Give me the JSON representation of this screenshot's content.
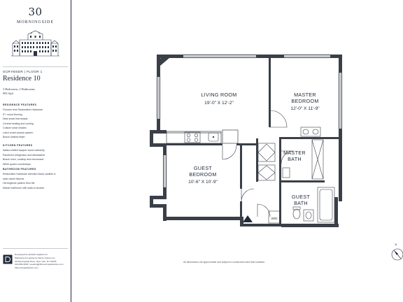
{
  "brand": {
    "number": "30",
    "name": "MORNINGSIDE"
  },
  "unit": {
    "subtitle": "SCRYMSER  |  FLOOR 1",
    "title": "Residence 10",
    "bedrooms_baths": "2 Bedrooms, 2 Bathrooms",
    "size": "983 Sqft"
  },
  "features": {
    "residence": {
      "title": "RESIDENCE FEATURES",
      "items": [
        "Fixtures from Restoration Hardware",
        "5”+ wood flooring",
        "Nest smart thermostat",
        "Central heating and cooling",
        "Custom solar shades",
        "Latch smart access system",
        "Bosch washer/dryer"
      ]
    },
    "kitchen": {
      "title": "KITCHEN FEATURES",
      "items": [
        "Italian-crafted lacquer wood cabinetry",
        "Panelized refrigerator and dishwasher",
        "Bosch oven, cooktop and microwave",
        "White quartz countertops"
      ]
    },
    "bathroom": {
      "title": "BATHROOM FEATURES",
      "items": [
        "Restoration Hardware direction black vanities &",
        "satin nickel fixtures",
        "Herringbone pattern floor tile",
        "Master bathroom with walk-in shower"
      ]
    }
  },
  "developer": {
    "lines": [
      "Developed by Debrah Capital LLC",
      "Marketing & Leasing by Nancy Forbes Inc.",
      "30 Morningside Drive, New York, NY 10025",
      "212-866-9030  |  Leasing@30morningsidedrive.com",
      "30morningsidedrive.com"
    ]
  },
  "rooms": {
    "living": {
      "name": "LIVING ROOM",
      "dims": "19'-0\" X 12'-2\""
    },
    "master_bed": {
      "name": "MASTER",
      "name2": "BEDROOM",
      "dims": "12'-0\" X 11'-9\""
    },
    "master_bath": {
      "name": "MASTER",
      "name2": "BATH"
    },
    "guest_bed": {
      "name": "GUEST",
      "name2": "BEDROOM",
      "dims": "10'-6\" X 10'-9\""
    },
    "guest_bath": {
      "name": "GUEST",
      "name2": "BATH"
    },
    "washer_dryer": "W/D"
  },
  "disclaimer": "All dimensions are approximate and subject to construction and field variation.",
  "compass_label": "N"
}
